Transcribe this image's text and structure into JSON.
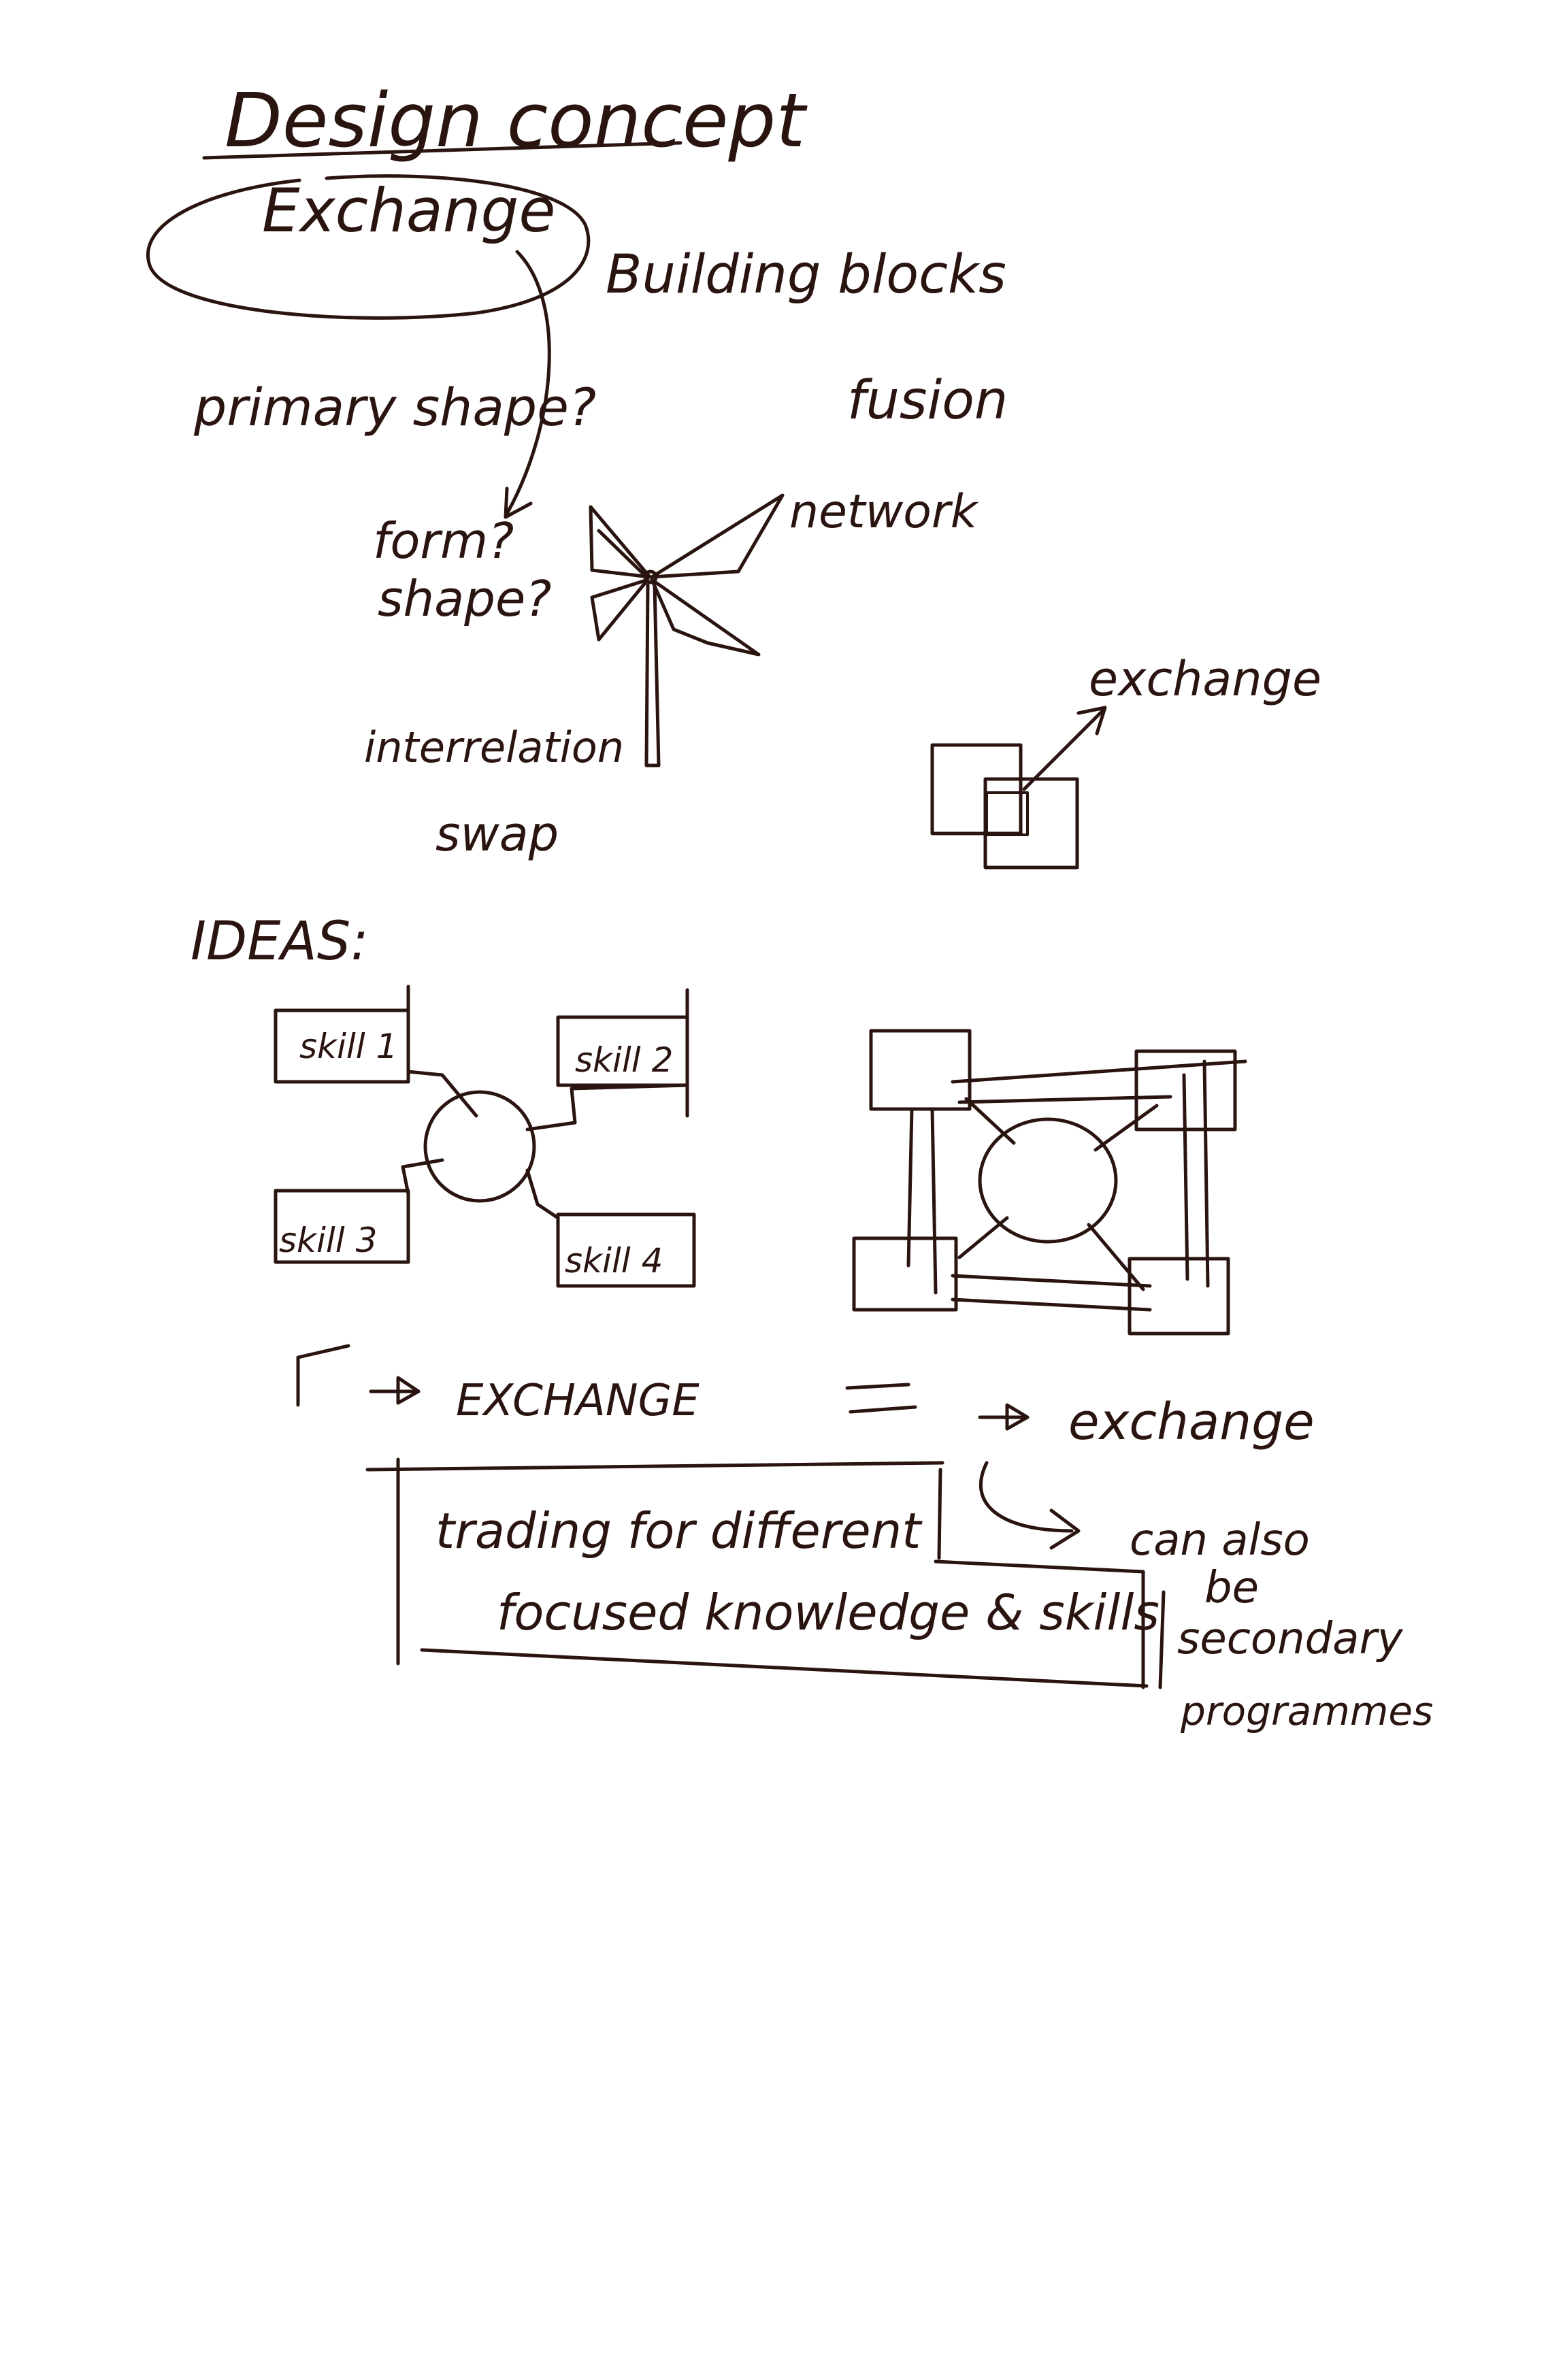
{
  "title": "Design concept",
  "concept": {
    "central_word": "Exchange",
    "primary_shape": "primary shape?",
    "form": "form?",
    "shape": "shape?",
    "building_blocks": "Building blocks",
    "fusion": "fusion",
    "network": "network",
    "interrelation": "interrelation",
    "swap": "swap",
    "exchange_small": "exchange"
  },
  "ideas": {
    "heading": "IDEAS:",
    "skills": [
      "skill 1",
      "skill 2",
      "skill 3",
      "skill 4"
    ]
  },
  "conclusion": {
    "exchange_caps": "EXCHANGE",
    "exchange_lower": "exchange",
    "box_line1": "trading for different",
    "box_line2": "focused knowledge & skills",
    "note_line1": "can also",
    "note_line2": "be",
    "note_line3": "secondary",
    "note_line4": "programmes"
  },
  "colors": {
    "ink": "#2a1410",
    "paper": "#ffffff"
  }
}
